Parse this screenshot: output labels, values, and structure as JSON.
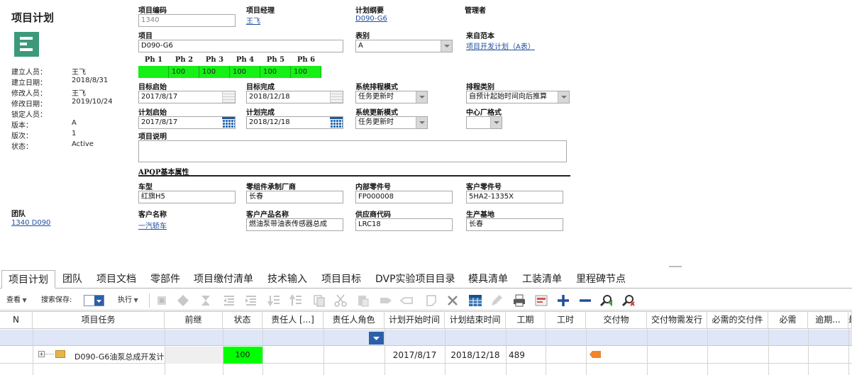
{
  "page_title": "项目计划",
  "meta": [
    {
      "k": "建立人员：",
      "v": "王飞"
    },
    {
      "k": "建立日期：",
      "v": "2018/8/31"
    },
    {
      "k": "修改人员：",
      "v": "王飞"
    },
    {
      "k": "修改日期：",
      "v": "2019/10/24"
    },
    {
      "k": "锁定人员：",
      "v": ""
    },
    {
      "k": "版本：",
      "v": "A"
    },
    {
      "k": "版次：",
      "v": "1"
    },
    {
      "k": "状态：",
      "v": "Active"
    }
  ],
  "team": {
    "label": "团队",
    "value": "1340 D090"
  },
  "form": {
    "project_code": {
      "label": "项目编码",
      "value": "1340"
    },
    "project_manager": {
      "label": "项目经理",
      "value": "王飞"
    },
    "plan_outline": {
      "label": "计划纲要",
      "value": "D090-G6"
    },
    "manager": {
      "label": "管理者"
    },
    "project": {
      "label": "项目",
      "value": "D090-G6"
    },
    "table_type": {
      "label": "表别",
      "value": "A"
    },
    "from_template": {
      "label": "来自范本",
      "value": "项目开发计划（A表）"
    },
    "phases": {
      "headers": [
        "Ph 1",
        "Ph 2",
        "Ph 3",
        "Ph 4",
        "Ph 5",
        "Ph 6"
      ],
      "values": [
        "",
        "100",
        "100",
        "100",
        "100",
        "100"
      ]
    },
    "target_start": {
      "label": "目标启始",
      "value": "2017/8/17"
    },
    "target_finish": {
      "label": "目标完成",
      "value": "2018/12/18"
    },
    "sched_mode": {
      "label": "系统排程模式",
      "value": "任务更新时"
    },
    "sched_type": {
      "label": "排程类别",
      "value": "自预计起始时间向后推算"
    },
    "plan_start": {
      "label": "计划启始",
      "value": "2017/8/17"
    },
    "plan_finish": {
      "label": "计划完成",
      "value": "2018/12/18"
    },
    "update_mode": {
      "label": "系统更新模式",
      "value": "任务更新时"
    },
    "center_factory": {
      "label": "中心厂格式",
      "value": ""
    },
    "description": {
      "label": "项目说明",
      "value": ""
    },
    "apqp_title": "APQP基本属性",
    "vehicle": {
      "label": "车型",
      "value": "红旗H5"
    },
    "part_maker": {
      "label": "零组件承制厂商",
      "value": "长春"
    },
    "internal_part": {
      "label": "内部零件号",
      "value": "FP000008"
    },
    "customer_part": {
      "label": "客户零件号",
      "value": "5HA2-1335X"
    },
    "customer_name": {
      "label": "客户名称",
      "value": "一汽轿车"
    },
    "customer_product": {
      "label": "客户产品名称",
      "value": "燃油泵带油表传感器总成"
    },
    "supplier_code": {
      "label": "供应商代码",
      "value": "LRC18"
    },
    "production_base": {
      "label": "生产基地",
      "value": "长春"
    }
  },
  "tabs": [
    "项目计划",
    "团队",
    "项目文档",
    "零部件",
    "项目缴付清单",
    "技术输入",
    "项目目标",
    "DVP实验项目目录",
    "模具清单",
    "工装清单",
    "里程碑节点"
  ],
  "toolbar": {
    "view": "查看",
    "search_save": "搜索保存:",
    "execute": "执行"
  },
  "grid": {
    "columns": [
      "N",
      "项目任务",
      "前继",
      "状态",
      "责任人 [...]",
      "责任人角色",
      "计划开始时间",
      "计划结束时间",
      "工期",
      "工时",
      "交付物",
      "交付物需发行",
      "必需的交付件",
      "必需",
      "逾期...",
      "最"
    ],
    "rows": [
      {
        "task": "D090-G6油泵总成开发计",
        "status": "100",
        "start": "2017/8/17",
        "end": "2018/12/18",
        "duration": "489"
      }
    ]
  },
  "colors": {
    "phase_fill": "#16f016",
    "status_fill": "#00ff00",
    "accent": "#1f4f9c",
    "filter_row": "#dfe6f7"
  }
}
